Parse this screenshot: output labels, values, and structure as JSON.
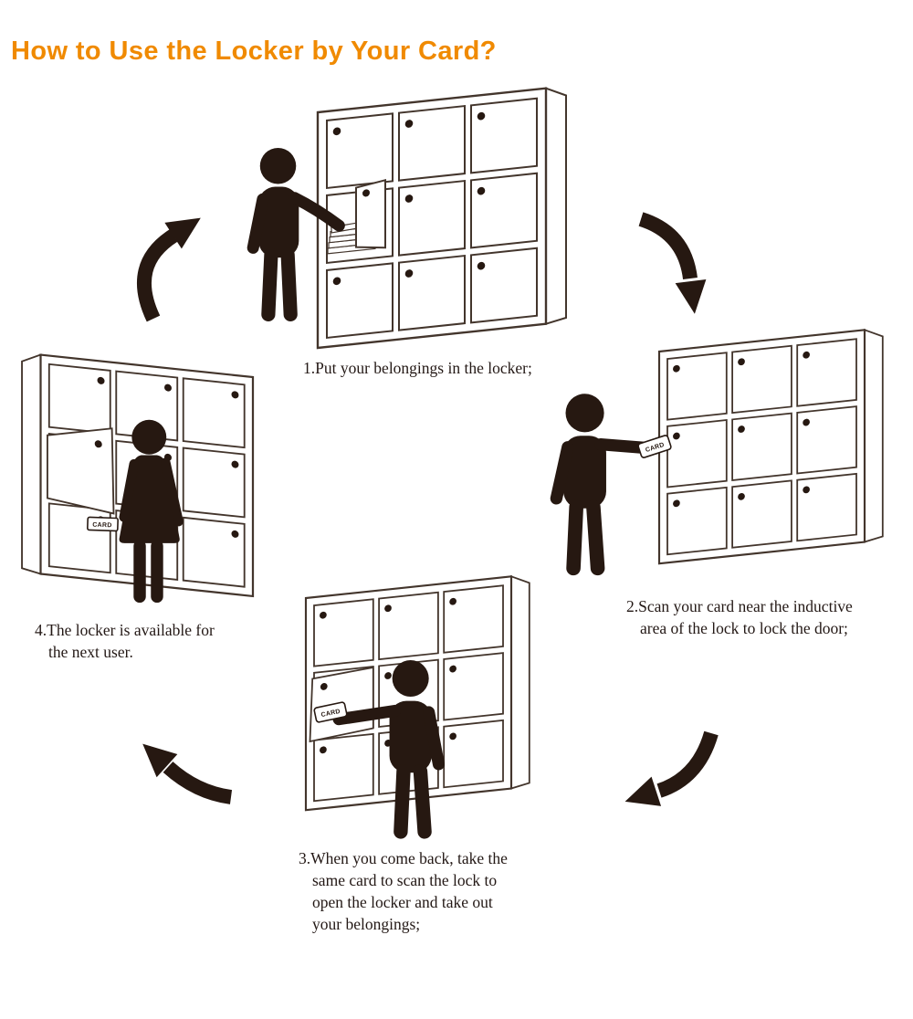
{
  "title": {
    "text": "How to Use the Locker by Your Card?"
  },
  "steps": [
    {
      "id": 1,
      "caption": "1.Put your belongings in the locker;"
    },
    {
      "id": 2,
      "caption": "2.Scan your card near the inductive\narea of the lock to lock the door;"
    },
    {
      "id": 3,
      "caption": "3.When you come back, take the\nsame card to scan the lock to\nopen the locker and take out\nyour belongings;"
    },
    {
      "id": 4,
      "caption": "4.The locker is available for\nthe next user."
    }
  ],
  "card_label": "CARD",
  "icons": [
    "locker-icon",
    "person-icon",
    "woman-icon",
    "card-icon",
    "belongings-stack-icon",
    "arrow-icon",
    "lock-sensor-dot"
  ],
  "colors": {
    "accent": "#F08A00",
    "ink": "#261811",
    "line": "#43352c",
    "bg": "#ffffff"
  }
}
